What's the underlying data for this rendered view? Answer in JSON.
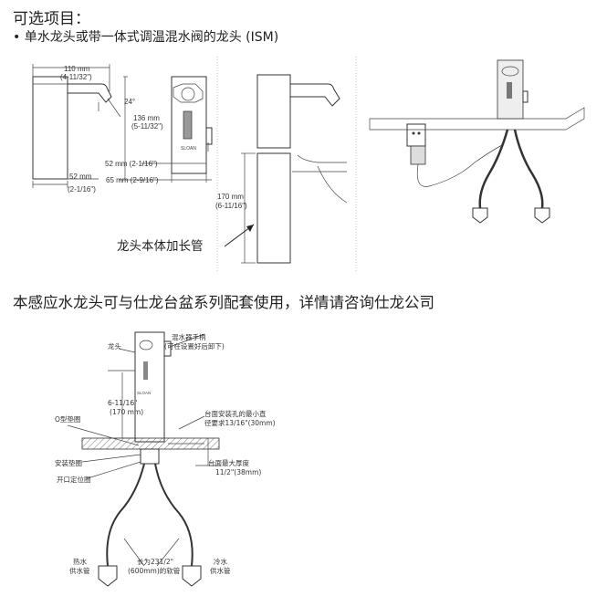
{
  "header": {
    "title": "可选项目：",
    "bullet": "• 单水龙头或带一体式调温混水阀的龙头 (ISM)"
  },
  "dims": {
    "w110": "110 mm",
    "w110in": "(4-11/32\")",
    "ang": "24°",
    "h136": "136 mm",
    "h136in": "(5-11/32\")",
    "d52a": "52 mm (2-1/16\")",
    "d52b": "52 mm",
    "d52bin": "(2-1/16\")",
    "d65": "65 mm (2-9/16\")",
    "h170": "170 mm",
    "h170in": "(6-11/16\")",
    "extension": "龙头本体加长管"
  },
  "middle_note": "本感应水龙头可与仕龙台盆系列配套使用，详情请咨询仕龙公司",
  "install": {
    "faucet": "龙头",
    "mixer1": "混水器手柄",
    "mixer2": "(可在设置好后卸下)",
    "h1": "6-11/16\"",
    "h2": "(170 mm)",
    "oring": "O型垫圈",
    "hole1": "台面安装孔的最小直",
    "hole2": "径要求13/16\"(30mm)",
    "gasket": "安装垫圈",
    "nut": "开口定位圈",
    "thick1": "台面最大厚度",
    "thick2": "11/2\"(38mm)",
    "hot1": "热水",
    "hot2": "供水管",
    "len1": "长为231/2\"",
    "len2": "(600mm)的软管",
    "cold1": "冷水",
    "cold2": "供水管"
  },
  "logo": "SLOAN"
}
